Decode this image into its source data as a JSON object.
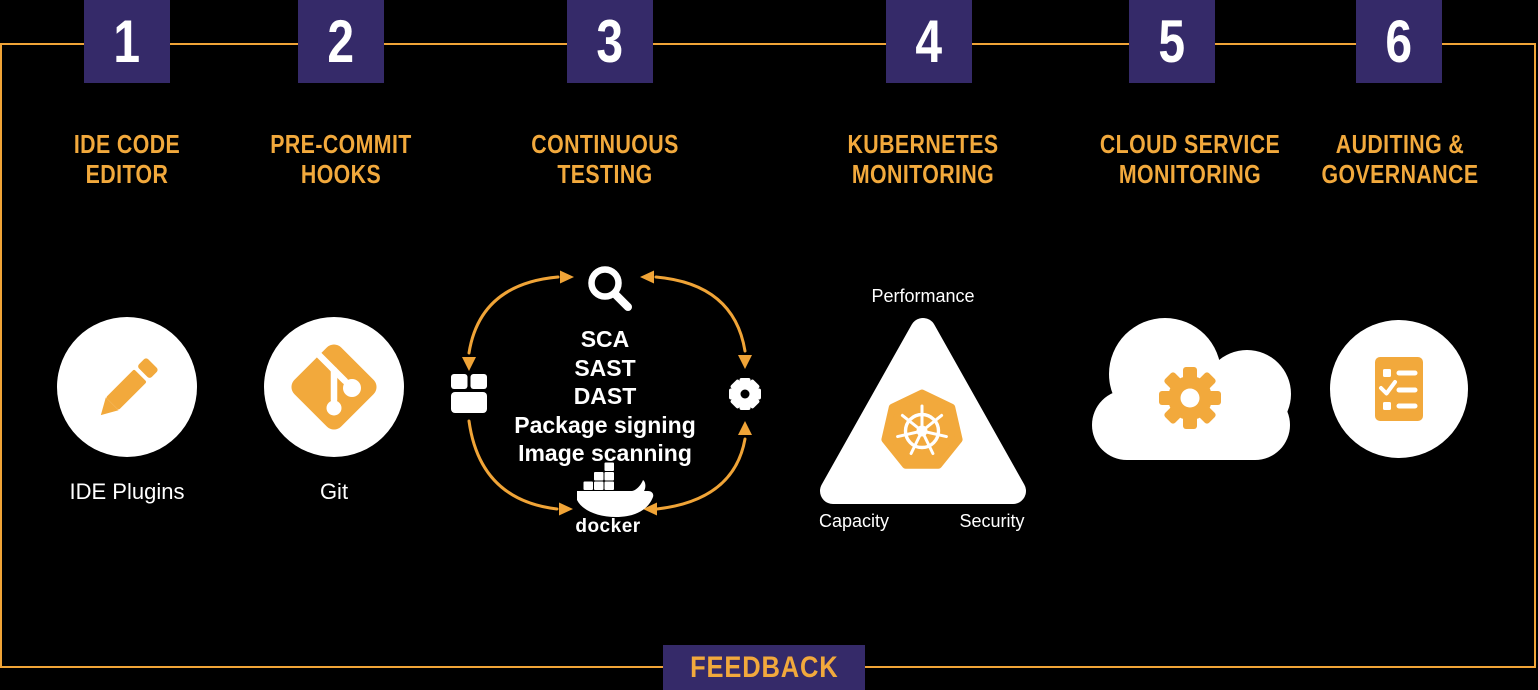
{
  "colors": {
    "background": "#000000",
    "accent_yellow": "#F2A93C",
    "line_yellow": "#F0A437",
    "box_purple": "#352A69",
    "icon_white": "#FFFFFF"
  },
  "stages": [
    {
      "number": "1",
      "title_lines": [
        "IDE CODE",
        "EDITOR"
      ],
      "caption": "IDE Plugins",
      "icon": "pencil-icon"
    },
    {
      "number": "2",
      "title_lines": [
        "PRE-COMMIT",
        "HOOKS"
      ],
      "caption": "Git",
      "icon": "git-icon"
    },
    {
      "number": "3",
      "title_lines": [
        "CONTINUOUS",
        "TESTING"
      ],
      "cycle": {
        "items": [
          "SCA",
          "SAST",
          "DAST",
          "Package signing",
          "Image scanning"
        ],
        "top_icon": "search-icon",
        "left_icon": "package-icon",
        "right_icon": "gear-icon",
        "bottom_icon": "docker-icon",
        "bottom_label": "docker"
      }
    },
    {
      "number": "4",
      "title_lines": [
        "KUBERNETES",
        "MONITORING"
      ],
      "icon": "kubernetes-wheel-icon",
      "triangle_labels": {
        "top": "Performance",
        "bottom_left": "Capacity",
        "bottom_right": "Security"
      }
    },
    {
      "number": "5",
      "title_lines": [
        "CLOUD SERVICE",
        "MONITORING"
      ],
      "icon": "cloud-gear-icon"
    },
    {
      "number": "6",
      "title_lines": [
        "AUDITING &",
        "GOVERNANCE"
      ],
      "icon": "checklist-icon"
    }
  ],
  "feedback": {
    "label": "FEEDBACK"
  }
}
